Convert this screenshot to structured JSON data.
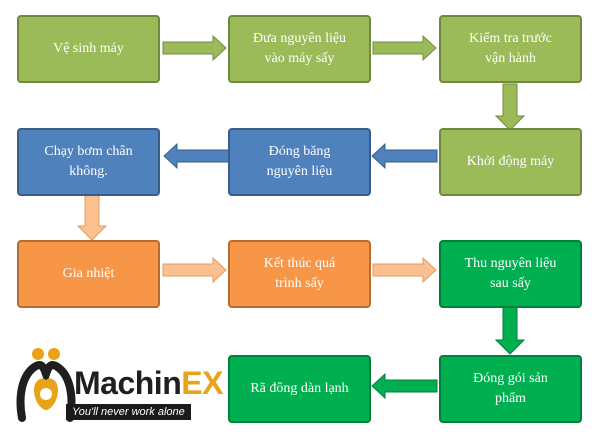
{
  "steps": [
    {
      "label": "Vệ sinh máy",
      "color": "#9bbb59"
    },
    {
      "label": "Đưa nguyên liệu\nvào máy sấy",
      "color": "#9bbb59"
    },
    {
      "label": "Kiểm tra trước\nvận hành",
      "color": "#9bbb59"
    },
    {
      "label": "Khởi động máy",
      "color": "#9bbb59"
    },
    {
      "label": "Đóng băng\nnguyên liệu",
      "color": "#4f81bd"
    },
    {
      "label": "Chạy bơm chân\nkhông.",
      "color": "#4f81bd"
    },
    {
      "label": "Gia nhiệt",
      "color": "#f79646"
    },
    {
      "label": "Kết thúc quá\ntrình sấy",
      "color": "#f79646"
    },
    {
      "label": "Thu nguyên liệu\nsau sấy",
      "color": "#00b050"
    },
    {
      "label": "Đóng gói sản\nphẩm",
      "color": "#00b050"
    },
    {
      "label": "Rã đông dàn lạnh",
      "color": "#00b050"
    }
  ],
  "logo": {
    "brand_main": "Machin",
    "brand_accent": "EX",
    "tagline": "You'll never work alone",
    "colors": {
      "main": "#1f1f1f",
      "accent": "#e8a317"
    }
  }
}
